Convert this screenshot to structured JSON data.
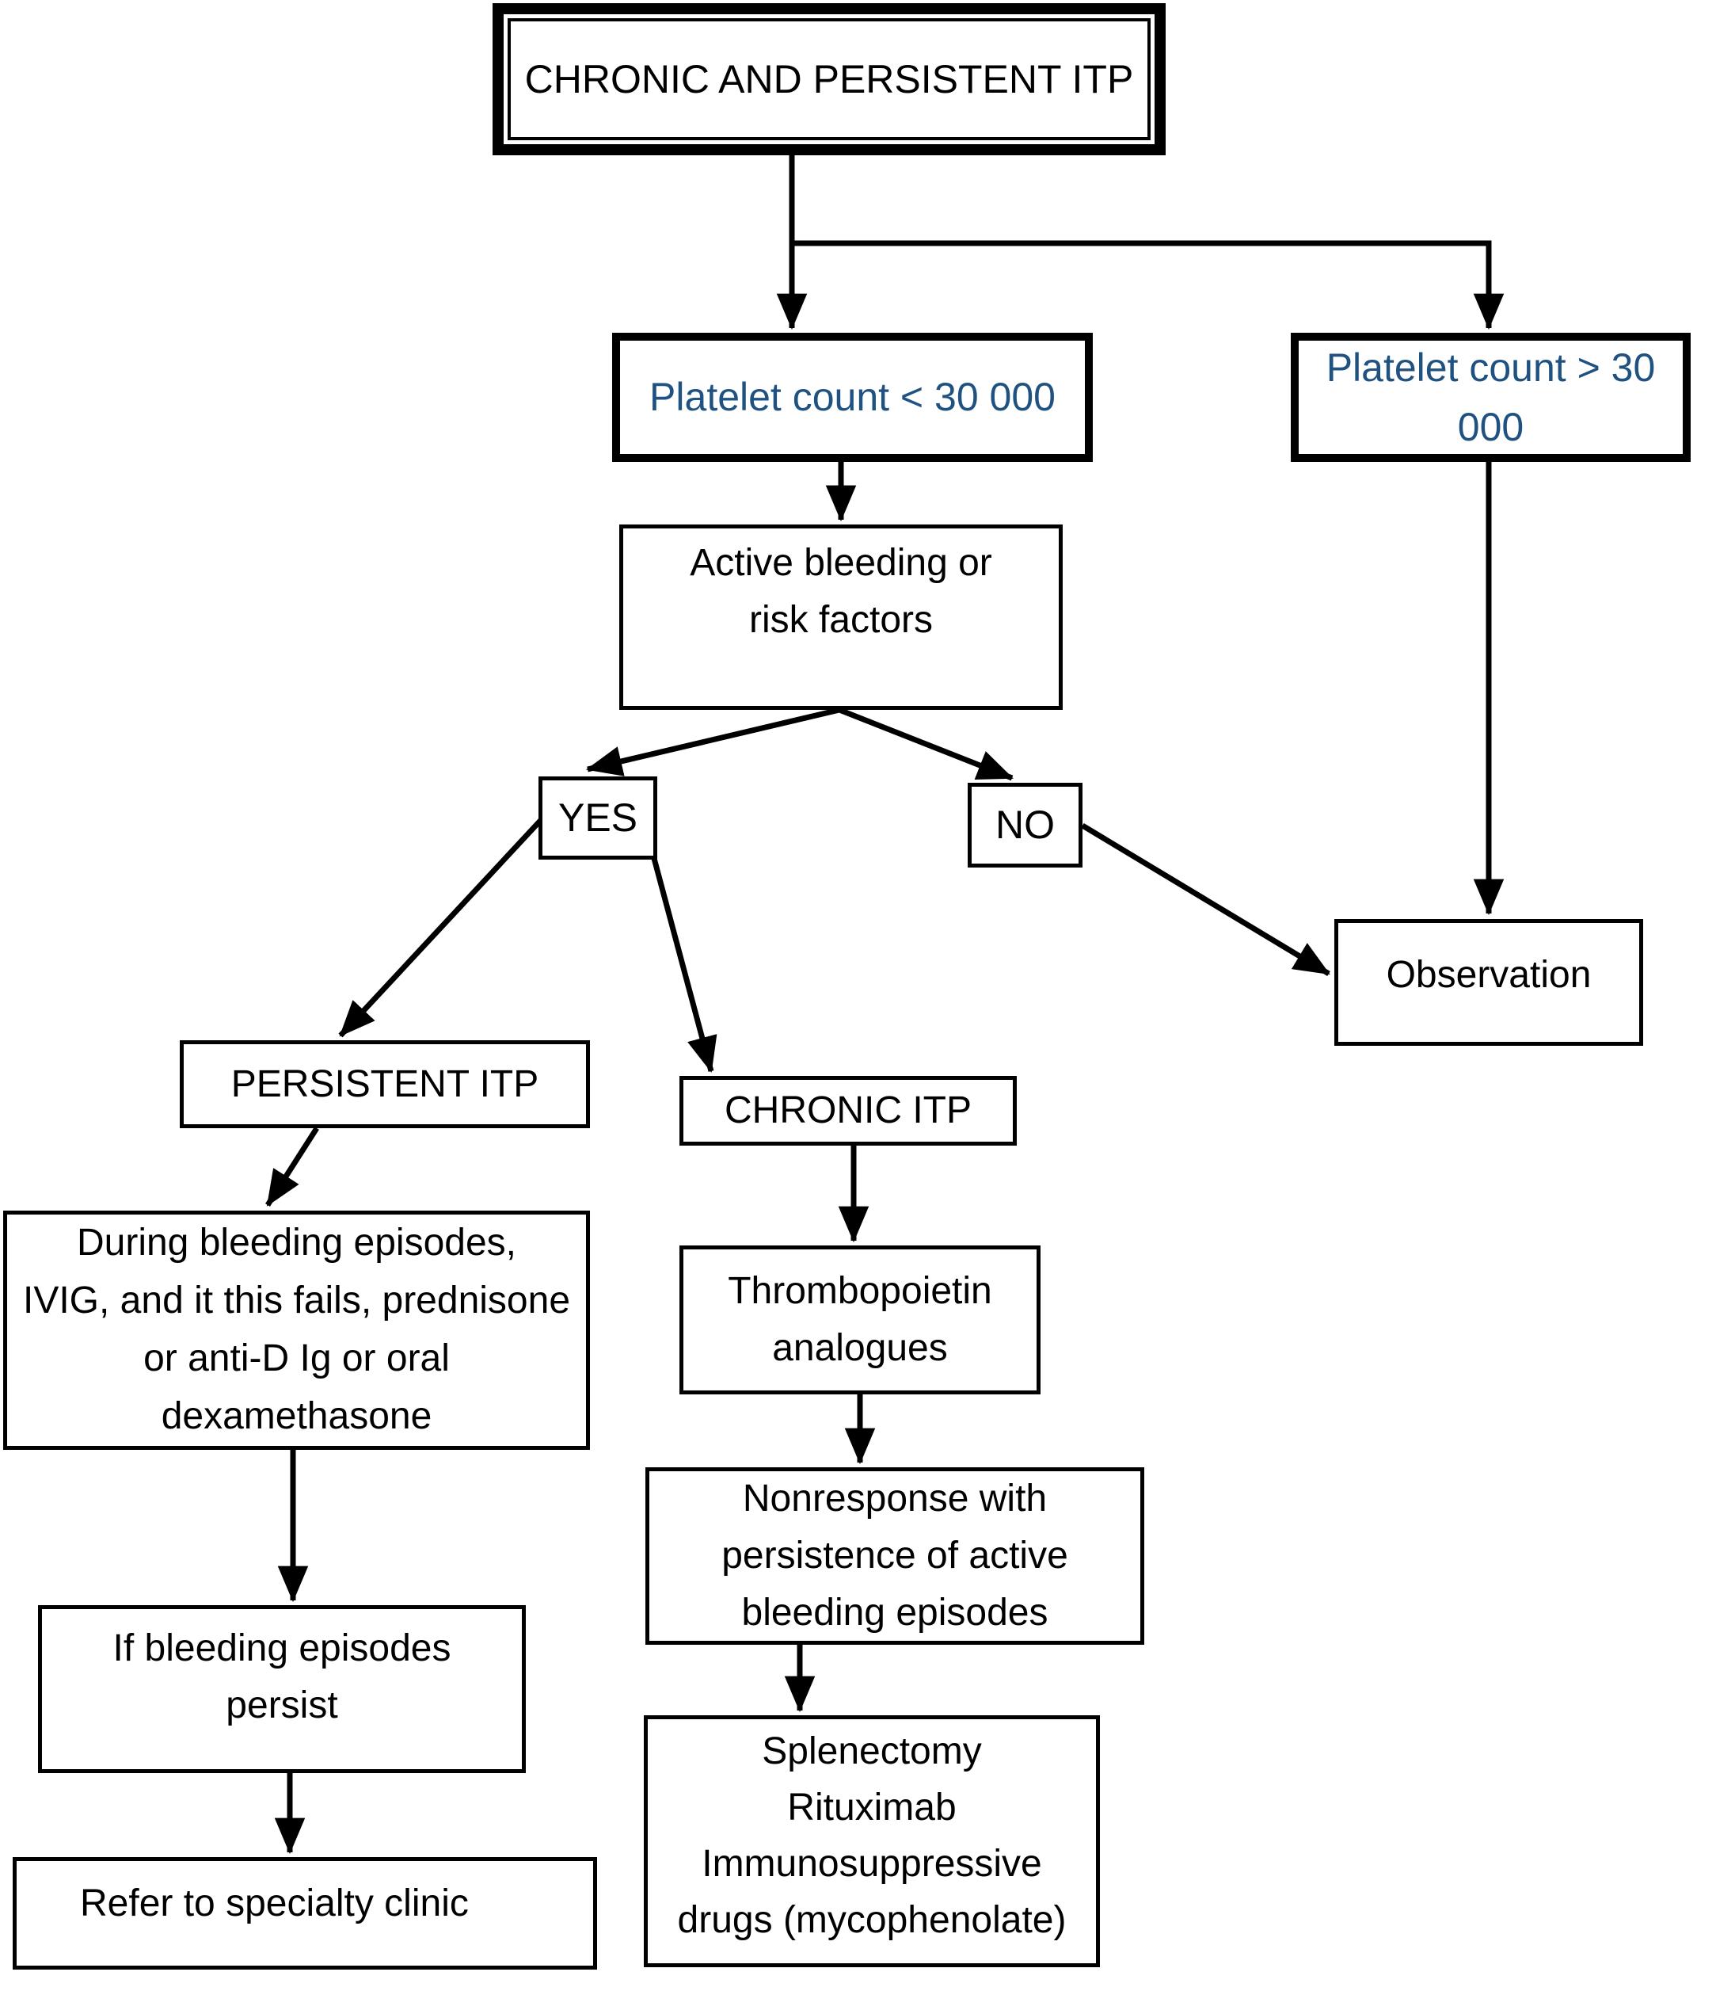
{
  "diagram": {
    "colors": {
      "accent_blue": "#1F5280",
      "line_black": "#000000",
      "background": "#FFFFFF"
    },
    "nodes": {
      "root": {
        "label": "CHRONIC AND PERSISTENT ITP"
      },
      "platelet_low": {
        "label": "Platelet count < 30 000"
      },
      "platelet_high": {
        "label": "Platelet count > 30 000"
      },
      "active_bleeding": {
        "label": "Active bleeding or\nrisk factors"
      },
      "yes": {
        "label": "YES"
      },
      "no": {
        "label": "NO"
      },
      "observation": {
        "label": "Observation"
      },
      "persistent_itp": {
        "label": "PERSISTENT ITP"
      },
      "chronic_itp": {
        "label": "CHRONIC ITP"
      },
      "persistent_treatment": {
        "label": "During bleeding episodes,\nIVIG, and it this fails, prednisone\nor anti-D Ig or oral\ndexamethasone"
      },
      "thrombopoietin": {
        "label": "Thrombopoietin\nanalogues"
      },
      "if_bleeding_persist": {
        "label": "If bleeding episodes\npersist"
      },
      "nonresponse": {
        "label": "Nonresponse with\npersistence of active\nbleeding episodes"
      },
      "refer_specialty": {
        "label": "Refer to specialty clinic"
      },
      "chronic_treatment": {
        "label": "Splenectomy\nRituximab\nImmunosuppressive\ndrugs (mycophenolate)"
      }
    }
  }
}
